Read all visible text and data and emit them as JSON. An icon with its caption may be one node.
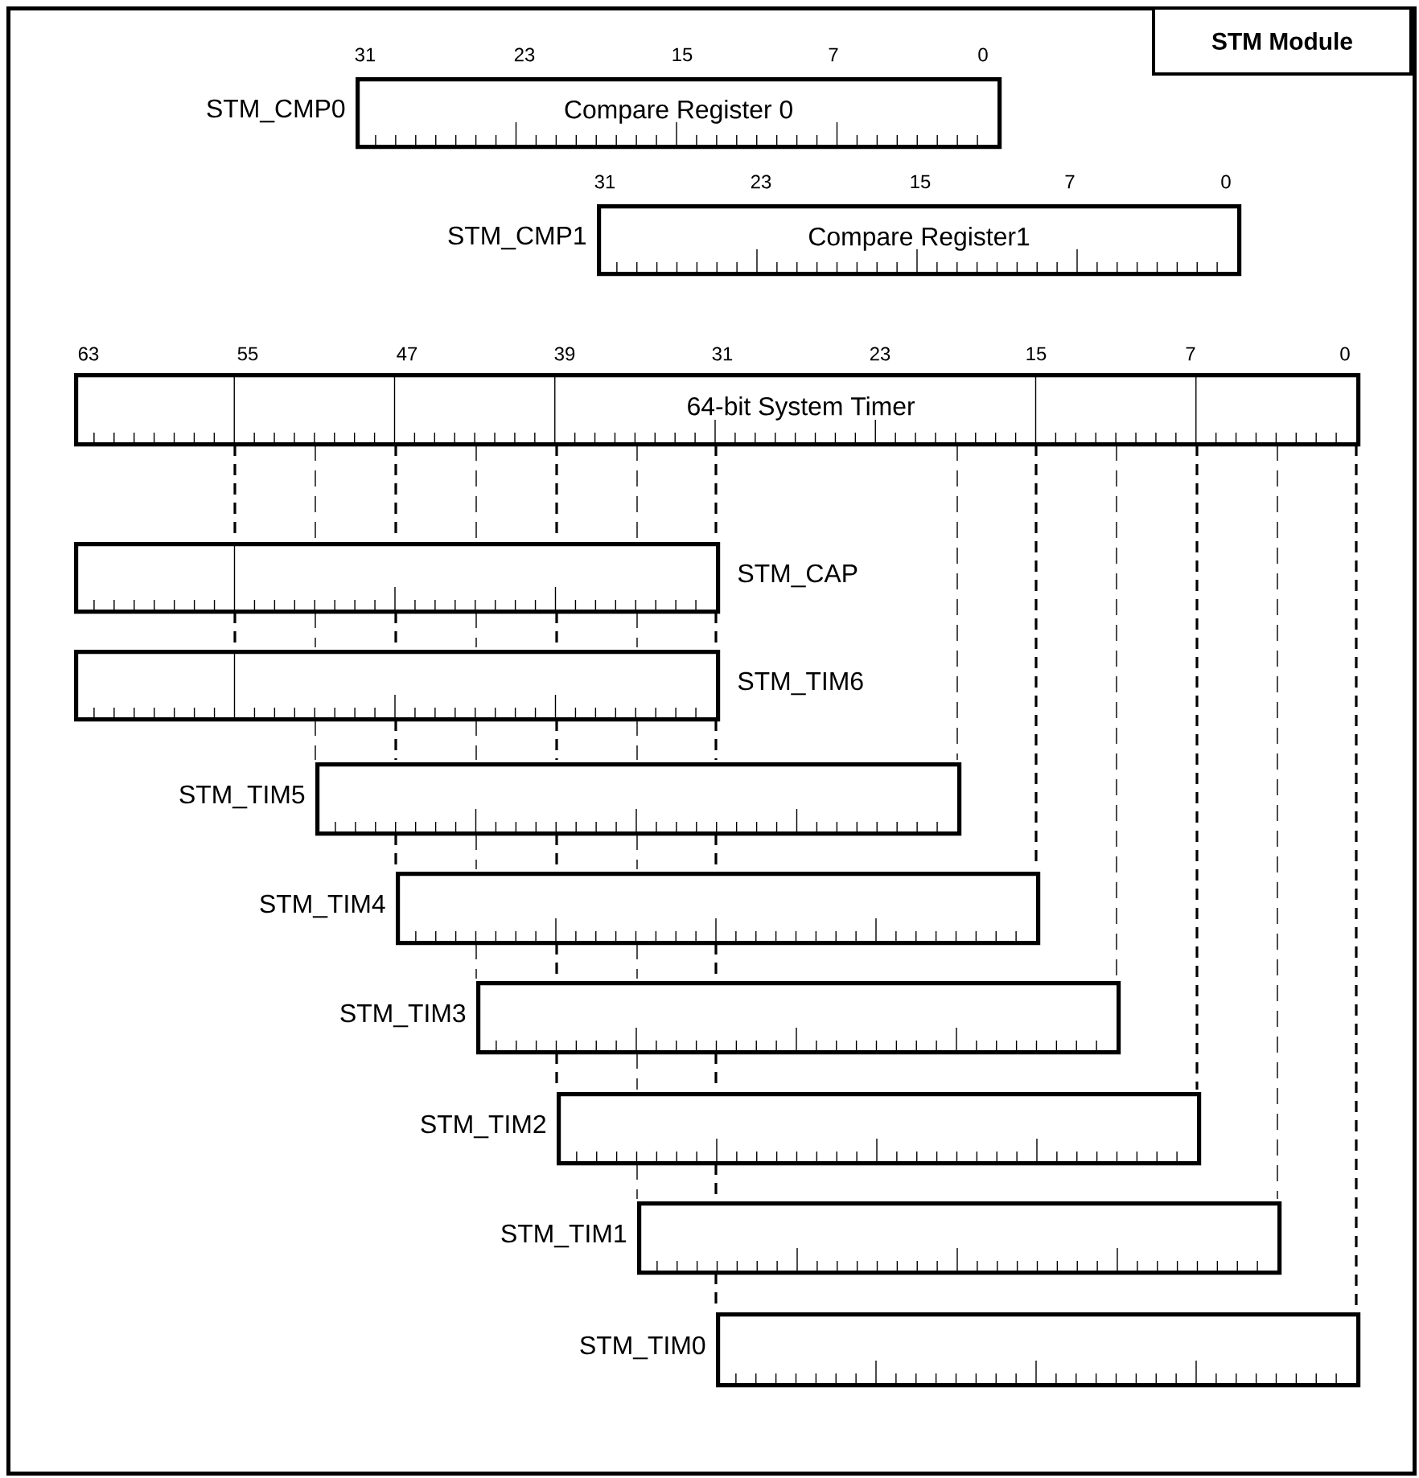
{
  "diagram": {
    "nodes": [
      {
        "text": [
          "STM Module"
        ]
      },
      {
        "text": [
          "Compare Register 0"
        ],
        "beside": [
          "STM_CMP0"
        ],
        "in": 0
      },
      {
        "text": [
          "Compare Register1"
        ],
        "beside": [
          "STM_CMP1"
        ],
        "in": 0
      },
      {
        "text": [
          "64-bit System Timer"
        ],
        "in": 0
      },
      {
        "text": [],
        "shape": "box",
        "beside": [
          "STM_CAP"
        ],
        "in": 0
      },
      {
        "text": [],
        "shape": "box",
        "beside": [
          "STM_TIM6"
        ],
        "in": 0
      },
      {
        "text": [],
        "shape": "box",
        "beside": [
          "STM_TIM5"
        ],
        "in": 0
      },
      {
        "text": [],
        "shape": "box",
        "beside": [
          "STM_TIM4"
        ],
        "in": 0
      },
      {
        "text": [],
        "shape": "box",
        "beside": [
          "STM_TIM3"
        ],
        "in": 0
      },
      {
        "text": [],
        "shape": "box",
        "beside": [
          "STM_TIM2"
        ],
        "in": 0
      },
      {
        "text": [],
        "shape": "box",
        "beside": [
          "STM_TIM1"
        ],
        "in": 0
      },
      {
        "text": [],
        "shape": "box",
        "beside": [
          "STM_TIM0"
        ],
        "in": 0
      }
    ],
    "labels": [
      "31",
      "23",
      "15",
      "7",
      "0",
      "31",
      "23",
      "15",
      "7",
      "0",
      "63",
      "55",
      "47",
      "39",
      "31",
      "23",
      "15",
      "7",
      "0"
    ]
  }
}
